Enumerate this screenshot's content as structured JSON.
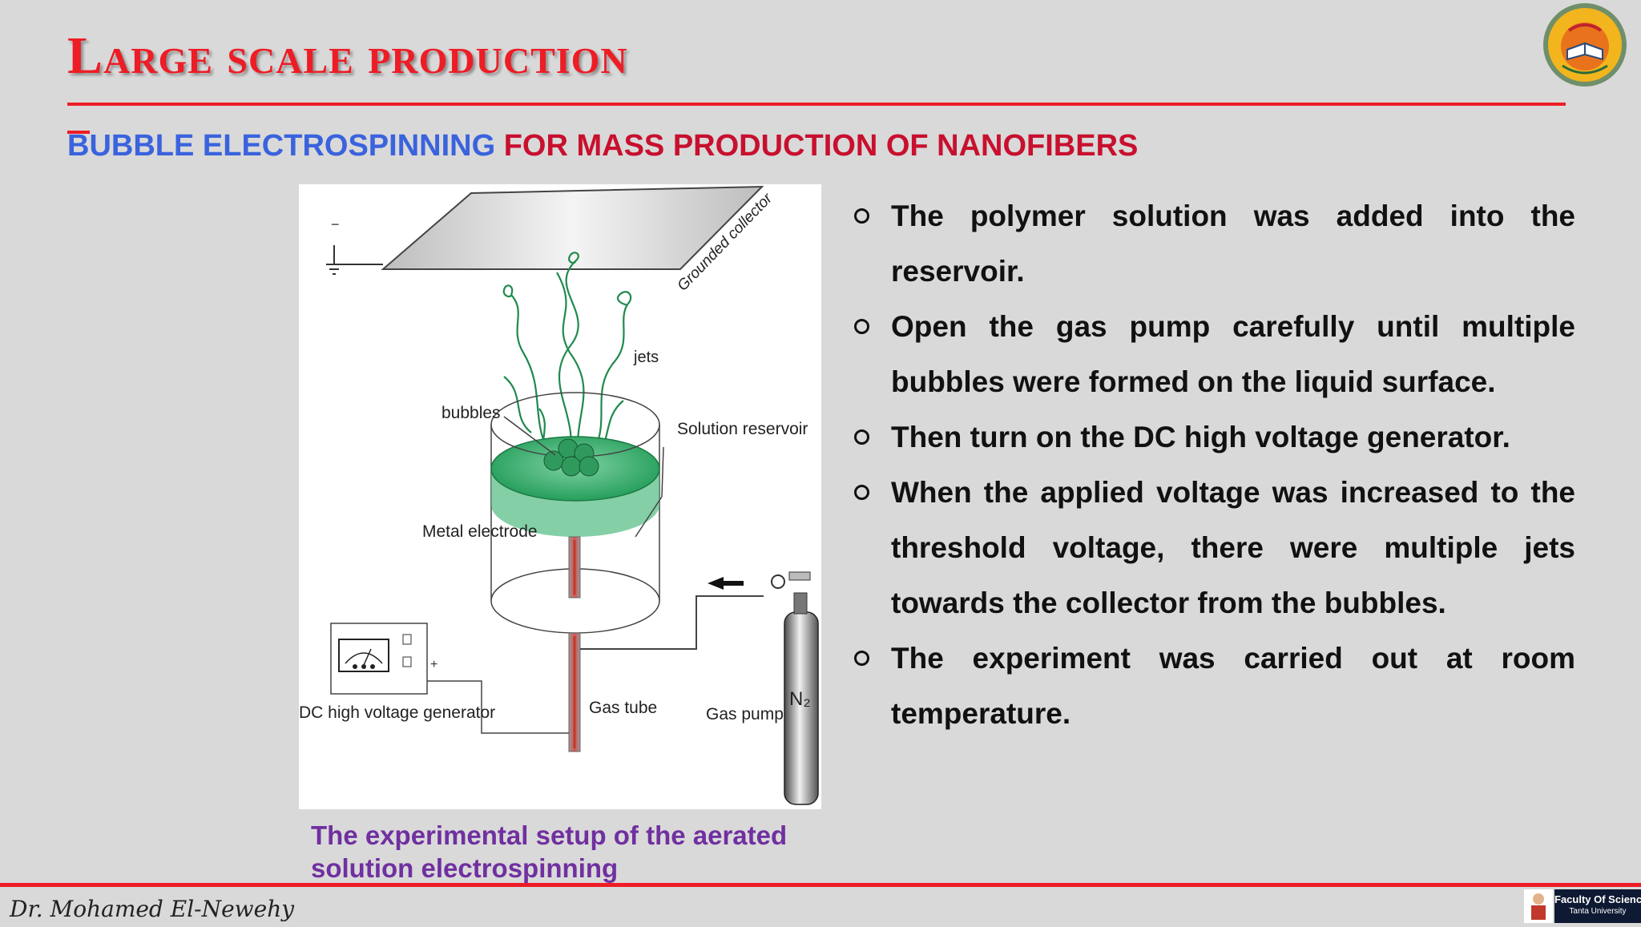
{
  "slide": {
    "title": "Large scale production",
    "subtitle_part1": "BUBBLE ELECTROSPINNING",
    "subtitle_part2": " FOR MASS PRODUCTION OF NANOFIBERS"
  },
  "figure": {
    "labels": {
      "grounded_collector": "Grounded collector",
      "jets": "jets",
      "bubbles": "bubbles",
      "solution_reservoir": "Solution reservoir",
      "metal_electrode": "Metal electrode",
      "dc_generator": "DC high voltage generator",
      "gas_tube": "Gas tube",
      "gas_pump": "Gas pump",
      "n2": "N₂",
      "minus": "−",
      "plus": "+"
    },
    "caption": "The experimental setup of the aerated solution electrospinning"
  },
  "bullets": [
    "The polymer solution was added into the reservoir.",
    "Open the gas pump carefully until multiple bubbles were formed on the liquid surface.",
    "Then turn on the DC high voltage generator.",
    "When the applied voltage was increased to the threshold voltage, there were multiple jets towards the collector from the bubbles.",
    "The experiment was carried out at room temperature."
  ],
  "footer": {
    "author": "Dr. Mohamed El-Newehy",
    "badge_line1": "Faculty Of Science",
    "badge_line2": "Tanta University"
  },
  "colors": {
    "title_red": "#ee1c25",
    "subtitle_blue": "#3a63dd",
    "subtitle_red": "#c8102e",
    "caption_purple": "#7030a0",
    "background": "#d9d9d9"
  },
  "icons": {
    "university_logo": "tanta-university-seal",
    "bullet": "hollow-circle"
  }
}
